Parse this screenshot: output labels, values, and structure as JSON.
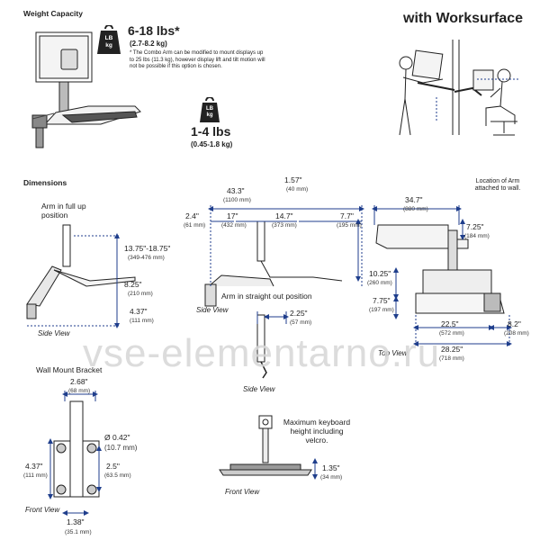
{
  "header": {
    "weight_capacity": "Weight Capacity",
    "worksurface_title": "with Worksurface"
  },
  "monitor_weight": {
    "weight_icon_top": "LB",
    "weight_icon_bottom": "kg",
    "range": "6-18 lbs*",
    "metric": "(2.7-8.2 kg)",
    "note": "* The  Combo Arm can be modified to mount displays up to 25 lbs (11.3 kg), however display lift and tilt motion will not be possible if this option is chosen."
  },
  "keyboard_weight": {
    "weight_icon_top": "LB",
    "weight_icon_bottom": "kg",
    "range": "1-4 lbs",
    "metric": "(0.45-1.8 kg)"
  },
  "dimensions": {
    "title": "Dimensions",
    "side_view_1": {
      "label_arm_full_up": "Arm in full up position",
      "d1": "13.75\"-18.75\"",
      "d1_mm": "(349-476 mm)",
      "d2": "8.25\"",
      "d2_mm": "(210 mm)",
      "d3": "4.37\"",
      "d3_mm": "(111 mm)",
      "view_label": "Side View"
    },
    "side_view_2": {
      "d_total": "43.3\"",
      "d_total_mm": "(1100 mm)",
      "d_a": "2.4\"",
      "d_a_mm": "(61 mm)",
      "d_b": "17\"",
      "d_b_mm": "(432 mm)",
      "d_c": "14.7\"",
      "d_c_mm": "(373 mm)",
      "d_d": "1.57\"",
      "d_d_mm": "(40 mm)",
      "d_e": "7.7\"",
      "d_e_mm": "(195 mm)",
      "label_straight_out": "Arm in straight out position",
      "view_label": "Side View"
    },
    "side_view_3": {
      "d": "2.25\"",
      "d_mm": "(57 mm)",
      "view_label": "Side View"
    },
    "top_view": {
      "location_note": "Location of Arm attached to wall.",
      "d_width": "34.7\"",
      "d_width_mm": "(880 mm)",
      "d_a": "7.25\"",
      "d_a_mm": "(184 mm)",
      "d_b": "10.25\"",
      "d_b_mm": "(260 mm)",
      "d_c": "7.75\"",
      "d_c_mm": "(197 mm)",
      "d_d": "22.5\"",
      "d_d_mm": "(572 mm)",
      "d_e": "8.2\"",
      "d_e_mm": "(208 mm)",
      "d_f": "28.25\"",
      "d_f_mm": "(718 mm)",
      "view_label": "Top View"
    },
    "wall_mount": {
      "title": "Wall Mount Bracket",
      "d_width": "2.68\"",
      "d_width_mm": "(68 mm)",
      "d_hole": "Ø 0.42\"",
      "d_hole_mm": "(10.7 mm)",
      "d_height": "4.37\"",
      "d_height_mm": "(111 mm)",
      "d_spacing": "2.5\"",
      "d_spacing_mm": "(63.5 mm)",
      "d_bottom": "1.38\"",
      "d_bottom_mm": "(35.1 mm)",
      "view_label": "Front View"
    },
    "keyboard_front": {
      "note": "Maximum keyboard height including velcro.",
      "d": "1.35\"",
      "d_mm": "(34 mm)",
      "view_label": "Front View"
    }
  },
  "watermark": "vse-elementarno.ru"
}
